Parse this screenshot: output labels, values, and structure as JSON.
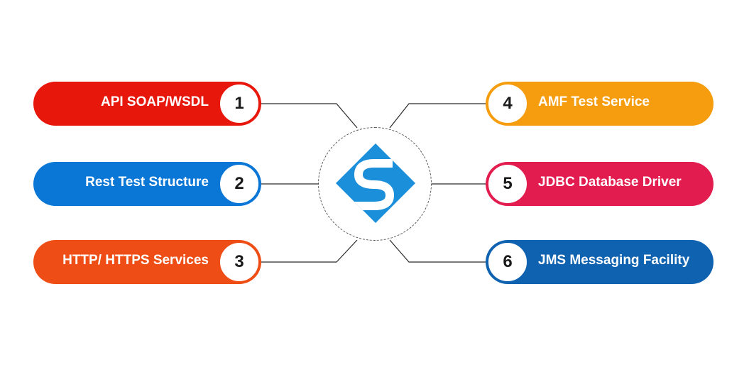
{
  "hub": {
    "icon": "soapui-logo-icon",
    "color": "#1c8fdb"
  },
  "items": [
    {
      "number": "1",
      "label": "API SOAP/WSDL",
      "color": "#e8170c",
      "side": "left"
    },
    {
      "number": "2",
      "label": "Rest Test Structure",
      "color": "#0a76d6",
      "side": "left"
    },
    {
      "number": "3",
      "label": "HTTP/ HTTPS Services",
      "color": "#ee4e15",
      "side": "left"
    },
    {
      "number": "4",
      "label": "AMF Test Service",
      "color": "#f59d0e",
      "side": "right"
    },
    {
      "number": "5",
      "label": "JDBC Database Driver",
      "color": "#e31c4f",
      "side": "right"
    },
    {
      "number": "6",
      "label": "JMS Messaging Facility",
      "color": "#0f62b0",
      "side": "right"
    }
  ]
}
